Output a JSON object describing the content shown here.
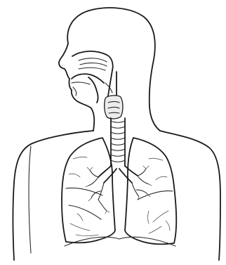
{
  "diagram": {
    "kind": "respiratory-system-line-drawing",
    "style": "black-and-white outline",
    "colors": {
      "ink": "#1a1a1a",
      "background": "#ffffff",
      "shading": "#ececec"
    },
    "parts": [
      "head-outline",
      "nasal-cavity",
      "oral-cavity",
      "pharynx",
      "larynx",
      "trachea",
      "left-bronchus",
      "right-bronchus",
      "left-lung",
      "right-lung",
      "diaphragm",
      "torso-outline"
    ]
  }
}
